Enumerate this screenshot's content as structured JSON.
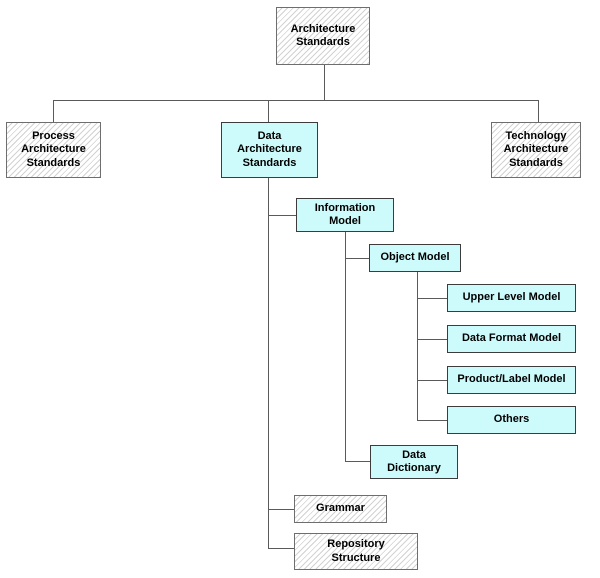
{
  "diagram": {
    "name": "Architecture Standards hierarchy chart",
    "colors": {
      "cyan_node_fill": "#cdfafa",
      "hatched_node_fill": "#ffffff",
      "hatch_line": "#d2d2d2",
      "node_border": "#3c3c3c",
      "connector": "#5a5a5a",
      "text": "#000000",
      "background": "#ffffff"
    },
    "nodes": {
      "architecture_standards": {
        "label": "Architecture\nStandards"
      },
      "process_architecture_standards": {
        "label": "Process\nArchitecture\nStandards"
      },
      "data_architecture_standards": {
        "label": "Data\nArchitecture\nStandards"
      },
      "technology_architecture_standards": {
        "label": "Technology\nArchitecture\nStandards"
      },
      "information_model": {
        "label": "Information\nModel"
      },
      "object_model": {
        "label": "Object Model"
      },
      "upper_level_model": {
        "label": "Upper Level Model"
      },
      "data_format_model": {
        "label": "Data Format Model"
      },
      "product_label_model": {
        "label": "Product/Label Model"
      },
      "others": {
        "label": "Others"
      },
      "data_dictionary": {
        "label": "Data\nDictionary"
      },
      "grammar": {
        "label": "Grammar"
      },
      "repository_structure": {
        "label": "Repository\nStructure"
      }
    },
    "hierarchy": {
      "root": "Architecture Standards",
      "children_of_root": [
        "Process Architecture Standards",
        "Data Architecture Standards",
        "Technology Architecture Standards"
      ],
      "children_of_data_architecture_standards": [
        "Information Model",
        "Grammar",
        "Repository Structure"
      ],
      "children_of_information_model": [
        "Object Model",
        "Data Dictionary"
      ],
      "children_of_object_model": [
        "Upper Level Model",
        "Data Format Model",
        "Product/Label Model",
        "Others"
      ]
    }
  }
}
